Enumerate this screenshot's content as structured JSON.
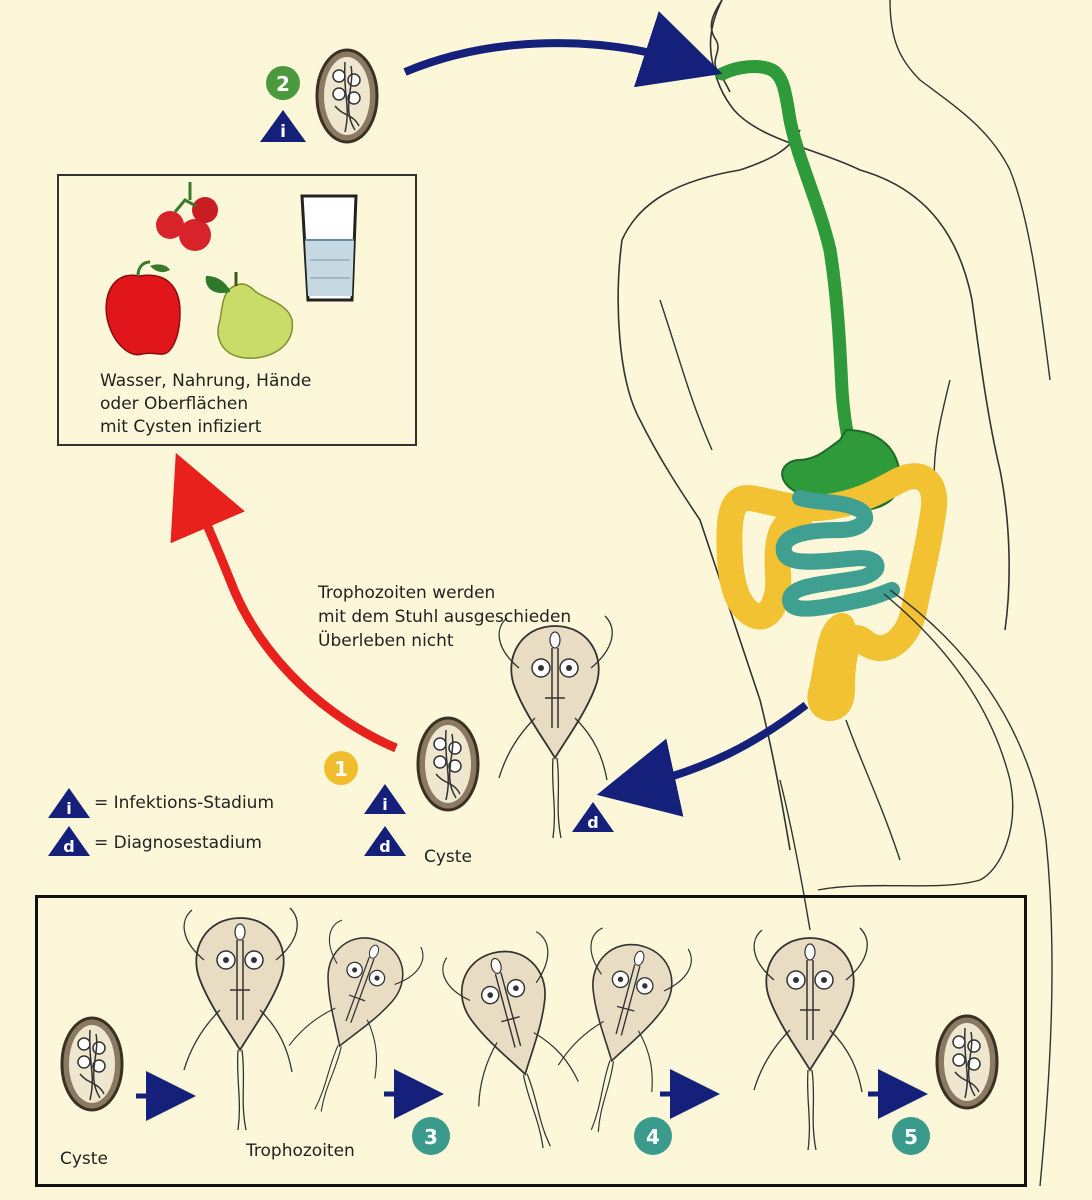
{
  "food_box": {
    "line1": "Wasser, Nahrung, Hände",
    "line2": "oder Oberflächen",
    "line3": "mit Cysten infiziert"
  },
  "trophozoite_note": {
    "line1": "Trophozoiten werden",
    "line2": "mit dem Stuhl ausgeschieden",
    "line3": "Überleben nicht"
  },
  "legend": {
    "infection_letter": "i",
    "infection_text": "= Infektions-Stadium",
    "diagnosis_letter": "d",
    "diagnosis_text": "= Diagnosestadium"
  },
  "labels": {
    "cyste_top": "Cyste",
    "cyste_bottom": "Cyste",
    "trophozoiten": "Trophozoiten"
  },
  "steps": {
    "s1": "1",
    "s2": "2",
    "s3": "3",
    "s4": "4",
    "s5": "5"
  },
  "colors": {
    "background": "#fbf7d8",
    "infection_arrow": "#e8211c",
    "transfer_arrow": "#14207a",
    "stomach": "#2e9a3a",
    "small_intestine": "#3f9f91",
    "colon": "#f3c233",
    "step_green": "#4a9a3d",
    "step_yellow": "#f1bd2c",
    "step_teal": "#3a9a8c"
  }
}
